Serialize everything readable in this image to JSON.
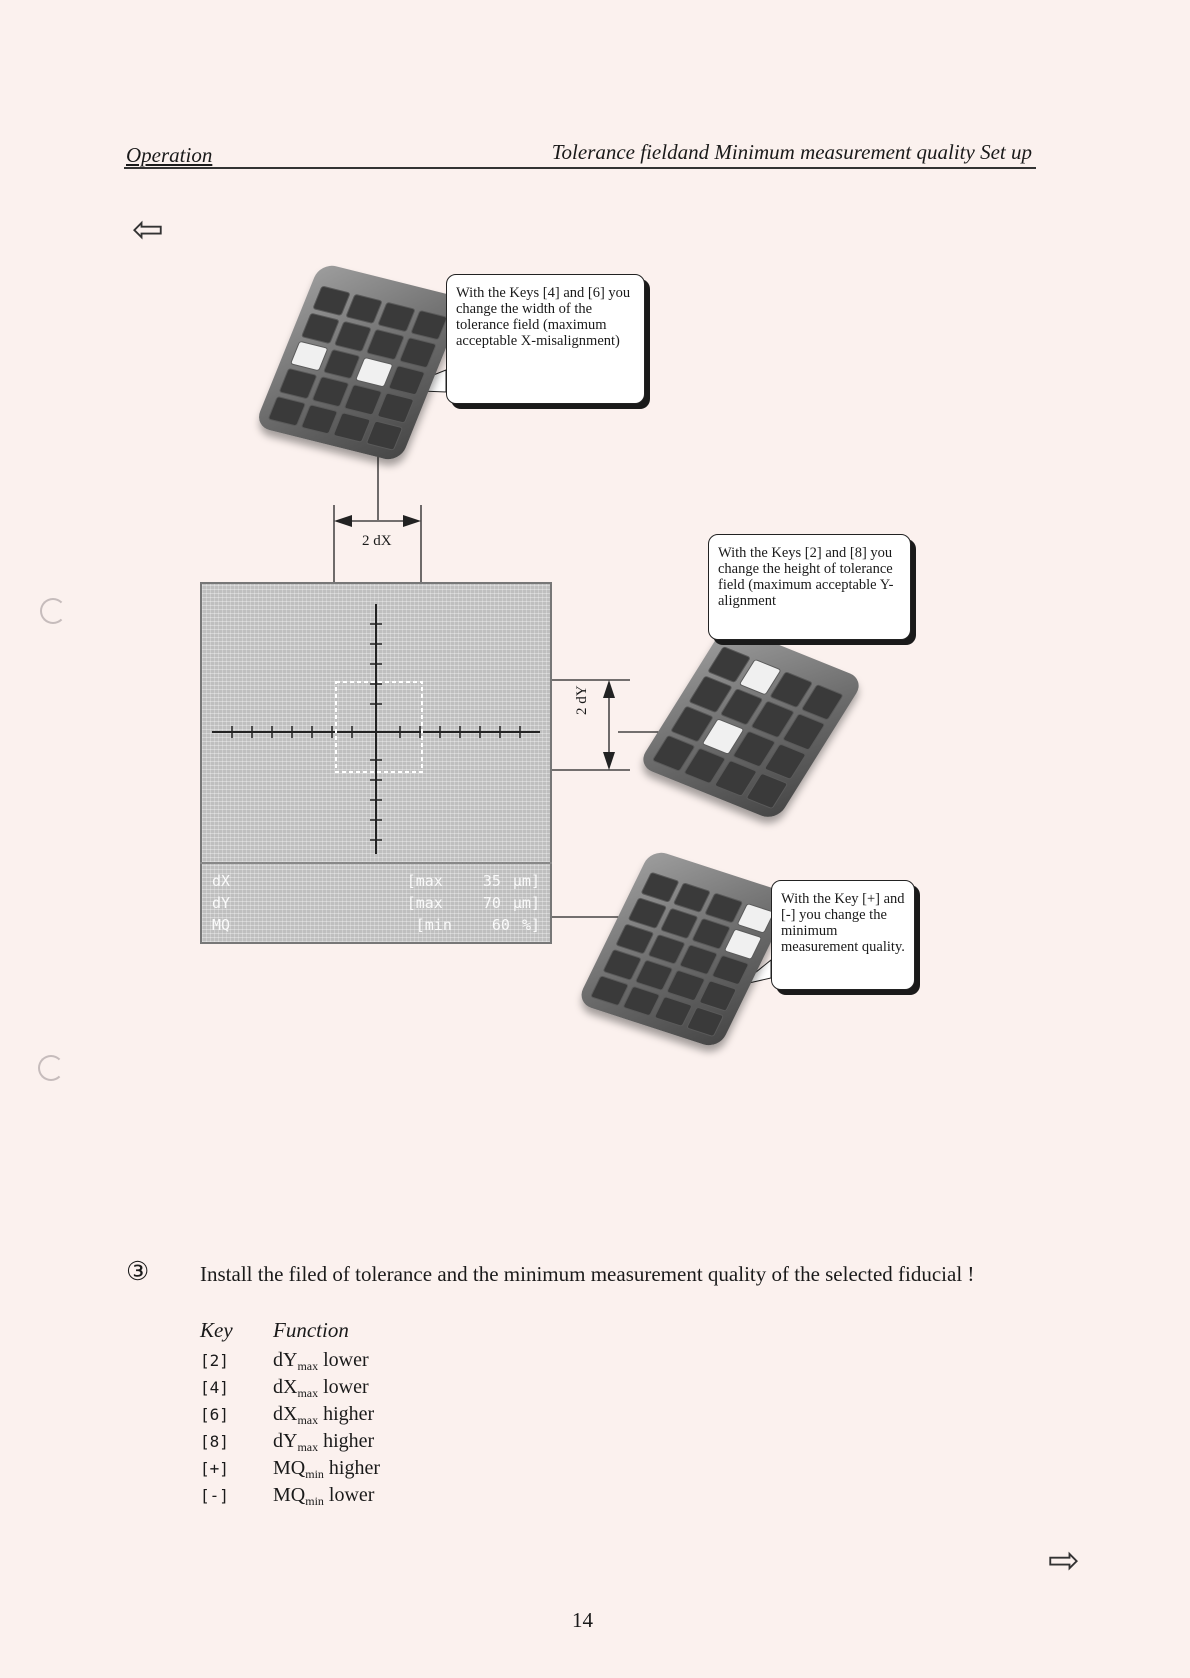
{
  "header": {
    "left": "Operation",
    "right": "Tolerance fieldand Minimum measurement quality Set up"
  },
  "icons": {
    "back": "back-arrow-icon",
    "forward": "forward-arrow-icon"
  },
  "callouts": {
    "x": "With the Keys [4] and [6] you change the width of the tolerance field (maximum acceptable X-misalignment)",
    "y": "With the Keys [2] and [8] you change the height of tolerance field (maximum acceptable Y-alignment",
    "mq": "With the Key [+] and [-] you change the minimum measurement quality."
  },
  "dimensions": {
    "dx": "2 dX",
    "dy": "2 dY"
  },
  "screen": {
    "rows": [
      {
        "label": "dX",
        "bracket": "[max",
        "value": "35",
        "unit": "µm]"
      },
      {
        "label": "dY",
        "bracket": "[max",
        "value": "70",
        "unit": "µm]"
      },
      {
        "label": "MQ",
        "bracket": "[min",
        "value": "60",
        "unit": "%]"
      }
    ]
  },
  "step": {
    "number": "③",
    "instruction": "Install the filed of tolerance and the minimum measurement quality of the selected fiducial !"
  },
  "table": {
    "key_header": "Key",
    "function_header": "Function",
    "rows": [
      {
        "key": "[2]",
        "base": "dY",
        "sub": "max",
        "action": "lower"
      },
      {
        "key": "[4]",
        "base": "dX",
        "sub": "max",
        "action": "lower"
      },
      {
        "key": "[6]",
        "base": "dX",
        "sub": "max",
        "action": "higher"
      },
      {
        "key": "[8]",
        "base": "dY",
        "sub": "max",
        "action": "higher"
      },
      {
        "key": "[+]",
        "base": "MQ",
        "sub": "min",
        "action": "higher"
      },
      {
        "key": "[-]",
        "base": "MQ",
        "sub": "min",
        "action": "lower"
      }
    ]
  },
  "page_number": "14"
}
